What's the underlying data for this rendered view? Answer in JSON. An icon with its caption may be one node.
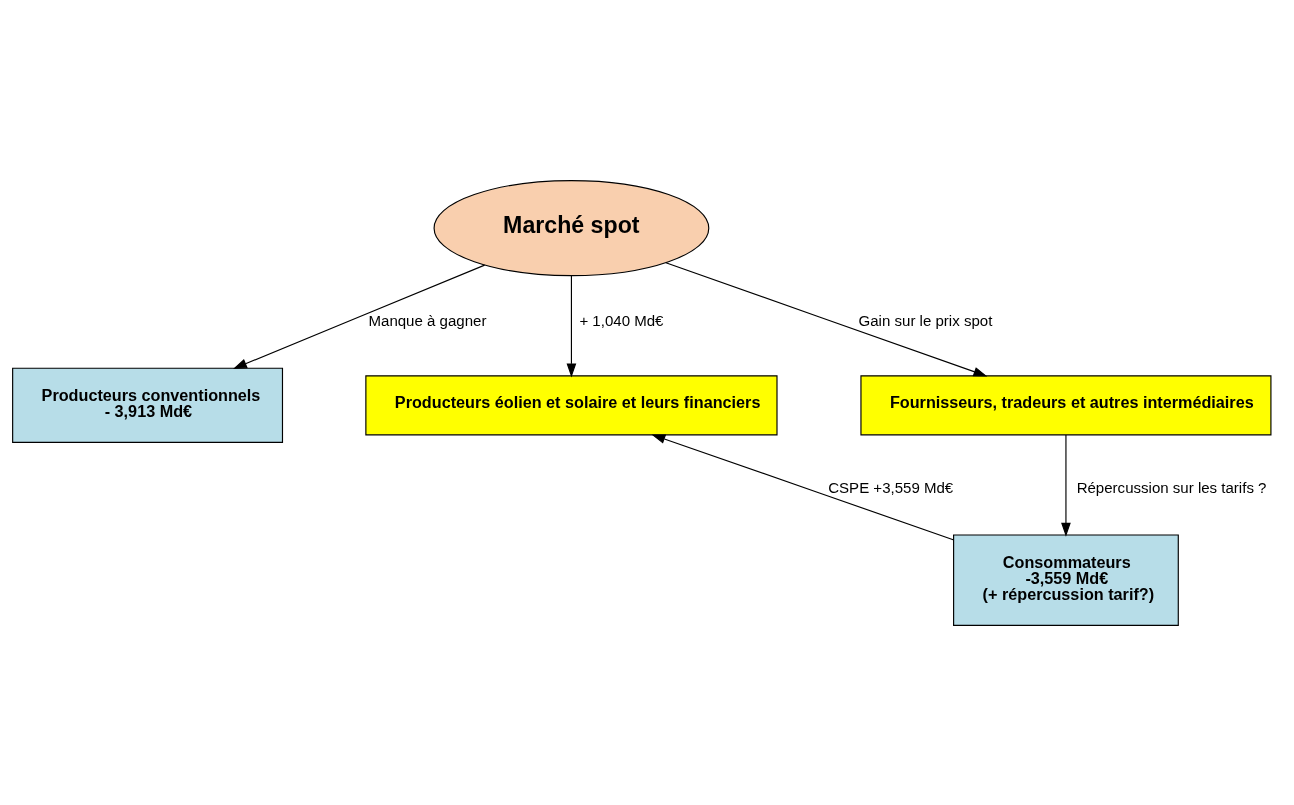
{
  "diagram": {
    "nodes": [
      {
        "text": [
          "Producteurs conventionnels",
          "- 3,913 Md€"
        ]
      },
      {
        "text": [
          "Marché spot"
        ]
      },
      {
        "text": [
          "Producteurs éolien et solaire et leurs financiers"
        ]
      },
      {
        "text": [
          "Fournisseurs, tradeurs et autres intermédiaires"
        ]
      },
      {
        "text": [
          "Consommateurs",
          "-3,559 Md€",
          "(+ répercussion tarif?)"
        ]
      }
    ],
    "edges": [
      {
        "from": 1,
        "to": 0,
        "arrow": "to",
        "label": "Manque à gagner"
      },
      {
        "from": 1,
        "to": 2,
        "arrow": "to",
        "label": "+ 1,040 Md€"
      },
      {
        "from": 1,
        "to": 3,
        "arrow": "to",
        "label": "Gain sur le prix spot"
      },
      {
        "from": 3,
        "to": 4,
        "arrow": "to",
        "label": "Répercussion sur les tarifs ?"
      },
      {
        "from": 4,
        "to": 2,
        "arrow": "to",
        "label": "CSPE +3,559 Md€"
      }
    ]
  }
}
